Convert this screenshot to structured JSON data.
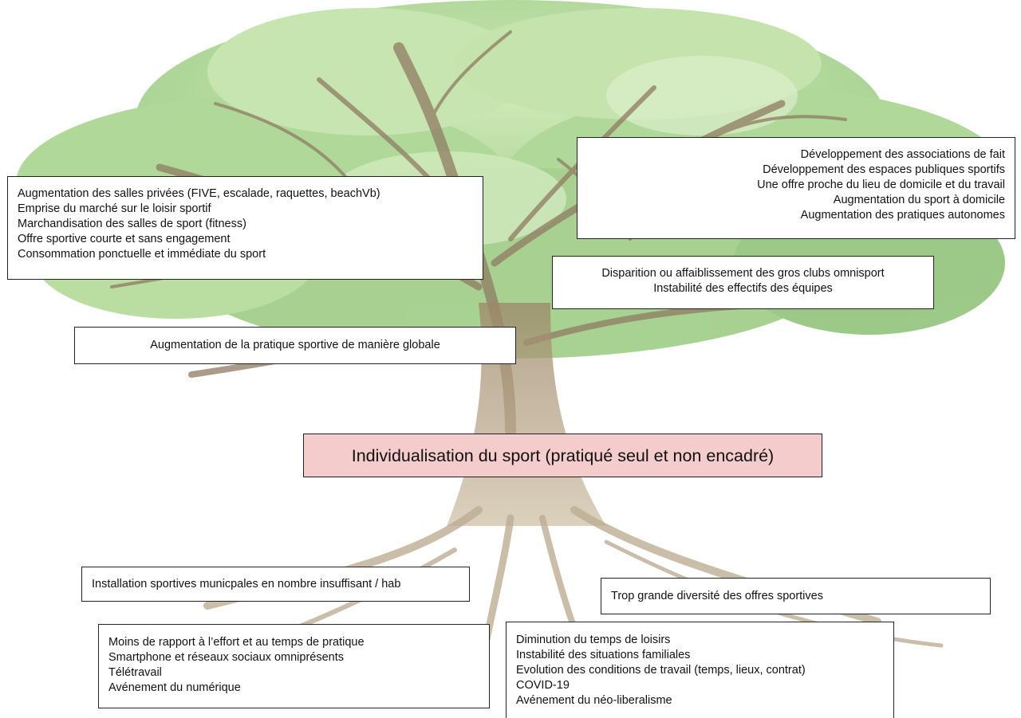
{
  "core_box": {
    "text": "Individualisation du sport (pratiqué seul et non encadré)"
  },
  "consequences": {
    "markets": [
      "Augmentation des salles privées (FIVE, escalade, raquettes, beachVb)",
      "Emprise du marché sur le loisir sportif",
      "Marchandisation des salles de sport (fitness)",
      "Offre sportive courte et sans engagement",
      "Consommation ponctuelle et immédiate du sport"
    ],
    "autonomous": [
      "Développement des associations de fait",
      "Développement des espaces publiques sportifs",
      "Une offre proche du lieu de domicile et du travail",
      "Augmentation du sport à domicile",
      "Augmentation des pratiques autonomes"
    ],
    "clubs": [
      "Disparition ou affaiblissement des gros clubs omnisport",
      "Instabilité des effectifs des équipes"
    ],
    "global": [
      "Augmentation de la pratique sportive de manière globale"
    ]
  },
  "causes": {
    "municipal": [
      "Installation sportives municpales en nombre insuffisant / hab"
    ],
    "diversity": [
      "Trop grande diversité des offres sportives"
    ],
    "effort": [
      "Moins de rapport à l’effort et au temps de pratique",
      "Smartphone et réseaux sociaux omniprésents",
      "Télétravail",
      "Avénement du numérique"
    ],
    "leisure": [
      "Diminution du temps de loisirs",
      "Instabilité des situations familiales",
      "Evolution des conditions de travail (temps, lieux, contrat)",
      "COVID-19",
      "Avénement du néo-liberalisme"
    ]
  },
  "colors": {
    "core_fill": "#f4cccc",
    "foliage_light": "#b9dfa0",
    "foliage_mid": "#a3d08a",
    "foliage_dark": "#8fc07a",
    "trunk": "#b49d7c",
    "branch": "#8f7b62"
  }
}
